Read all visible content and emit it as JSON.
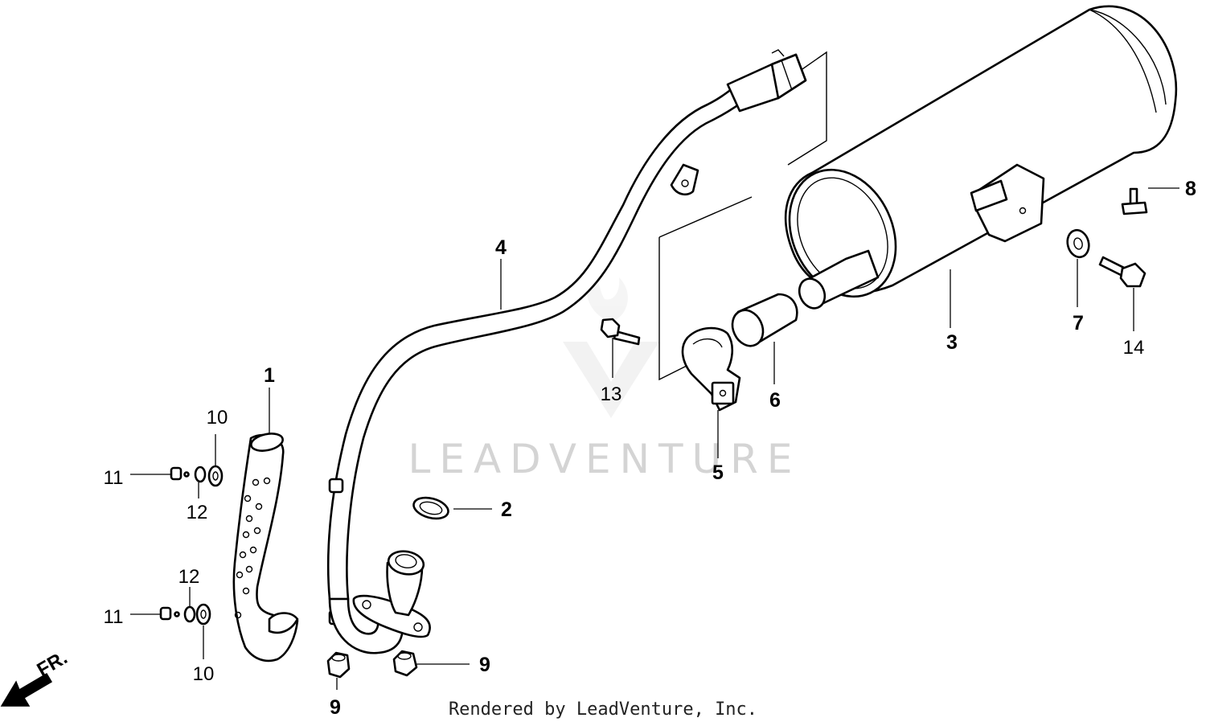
{
  "diagram": {
    "callouts": [
      {
        "id": "c1",
        "text": "1"
      },
      {
        "id": "c2",
        "text": "2"
      },
      {
        "id": "c3",
        "text": "3"
      },
      {
        "id": "c4",
        "text": "4"
      },
      {
        "id": "c5",
        "text": "5"
      },
      {
        "id": "c6",
        "text": "6"
      },
      {
        "id": "c7",
        "text": "7"
      },
      {
        "id": "c8",
        "text": "8"
      },
      {
        "id": "c9a",
        "text": "9"
      },
      {
        "id": "c9b",
        "text": "9"
      },
      {
        "id": "c10a",
        "text": "10"
      },
      {
        "id": "c10b",
        "text": "10"
      },
      {
        "id": "c11a",
        "text": "11"
      },
      {
        "id": "c11b",
        "text": "11"
      },
      {
        "id": "c12a",
        "text": "12"
      },
      {
        "id": "c12b",
        "text": "12"
      },
      {
        "id": "c13",
        "text": "13"
      },
      {
        "id": "c14",
        "text": "14"
      }
    ],
    "direction_label": "FR.",
    "watermark": "LEADVENTURE",
    "footer": "Rendered by LeadVenture, Inc."
  }
}
